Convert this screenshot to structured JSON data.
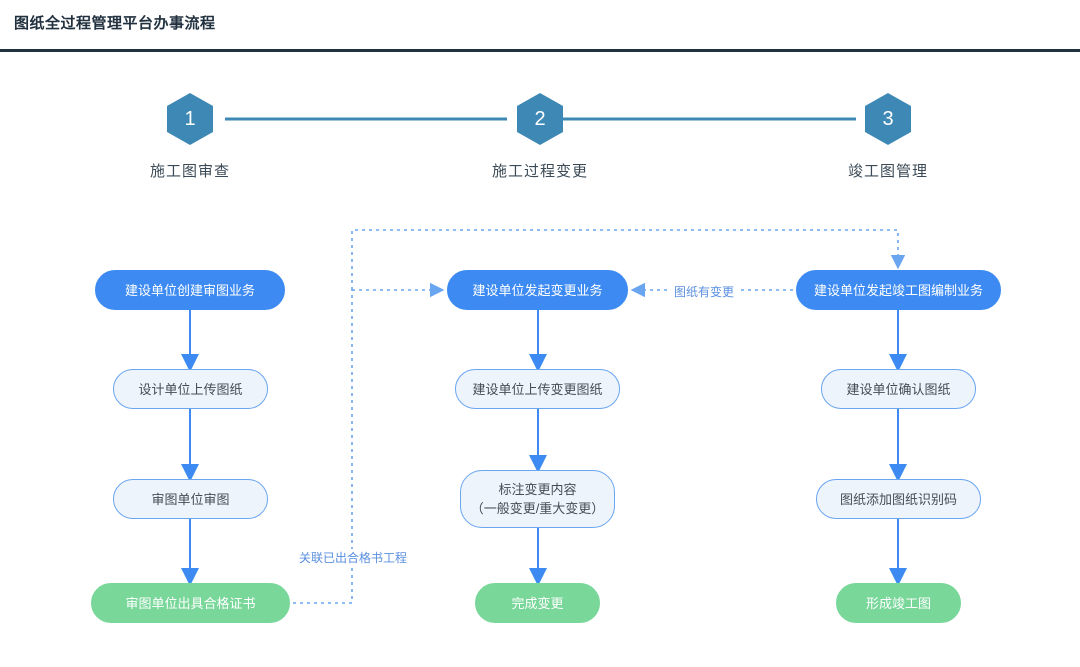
{
  "page": {
    "title": "图纸全过程管理平台办事流程",
    "accent_blue": "#3d8bf2",
    "accent_green": "#79d79a",
    "hex_blue": "#3e88b5",
    "rule_color": "#22313f",
    "dashed_color": "#6aa5f0"
  },
  "steps": [
    {
      "number": "1",
      "label": "施工图审查"
    },
    {
      "number": "2",
      "label": "施工过程变更"
    },
    {
      "number": "3",
      "label": "竣工图管理"
    }
  ],
  "columns": [
    {
      "id": "col-shentu",
      "nodes": [
        {
          "text": "建设单位创建审图业务",
          "kind": "start"
        },
        {
          "text": "设计单位上传图纸",
          "kind": "mid"
        },
        {
          "text": "审图单位审图",
          "kind": "mid"
        },
        {
          "text": "审图单位出具合格证书",
          "kind": "end"
        }
      ]
    },
    {
      "id": "col-biangeng",
      "nodes": [
        {
          "text": "建设单位发起变更业务",
          "kind": "start"
        },
        {
          "text": "建设单位上传变更图纸",
          "kind": "mid"
        },
        {
          "text": "标注变更内容",
          "text_line2": "（一般变更/重大变更）",
          "kind": "mid"
        },
        {
          "text": "完成变更",
          "kind": "end"
        }
      ]
    },
    {
      "id": "col-jungong",
      "nodes": [
        {
          "text": "建设单位发起竣工图编制业务",
          "kind": "start"
        },
        {
          "text": "建设单位确认图纸",
          "kind": "mid"
        },
        {
          "text": "图纸添加图纸识别码",
          "kind": "mid"
        },
        {
          "text": "形成竣工图",
          "kind": "end"
        }
      ]
    }
  ],
  "edge_labels": {
    "drawing_changed": "图纸有变更",
    "associate_certified_project": "关联已出合格书工程"
  }
}
